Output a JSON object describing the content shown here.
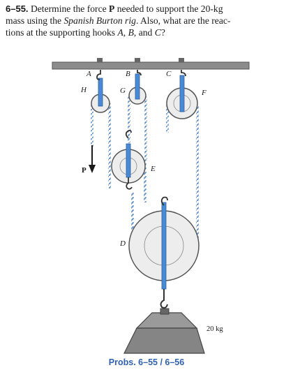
{
  "problem": {
    "number": "6–55.",
    "line1_a": "Determine the force ",
    "force_symbol": "P",
    "line1_b": " needed to support the 20-kg",
    "line2_a": "mass using the ",
    "rig_name": "Spanish Burton rig",
    "line2_b": ". Also, what are the reac-",
    "line3_a": "tions at the supporting hooks ",
    "hook_a": "A",
    "sep1": ", ",
    "hook_b": "B",
    "sep2": ", and ",
    "hook_c": "C",
    "line3_end": "?"
  },
  "figure": {
    "labels": {
      "A": "A",
      "B": "B",
      "C": "C",
      "H": "H",
      "G": "G",
      "F": "F",
      "E": "E",
      "D": "D",
      "P": "P"
    },
    "mass_label": "20 kg",
    "colors": {
      "beam": "#8c8c8c",
      "pulley": "#ededed",
      "pulley_stroke": "#555555",
      "strap": "#4a8ad4",
      "rope": "#6b9fd8",
      "block": "#8a8a8a"
    }
  },
  "caption": "Probs. 6–55 / 6–56"
}
